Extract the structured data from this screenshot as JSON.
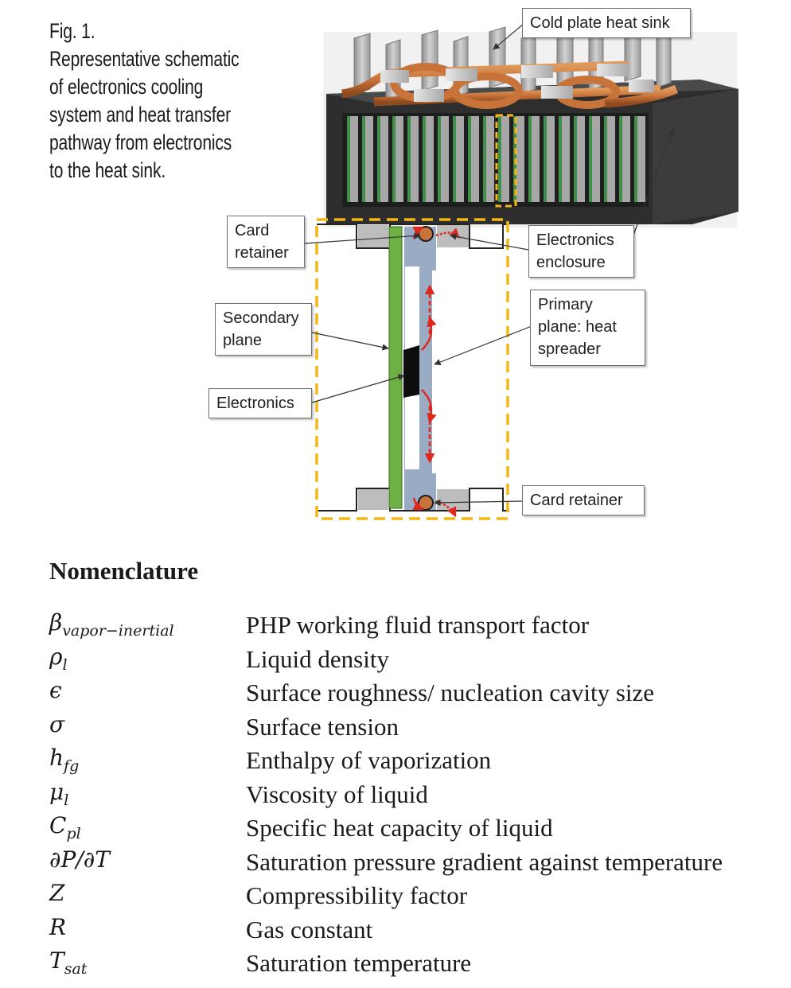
{
  "caption": {
    "line1": "Fig. 1.",
    "line2": "Representative schematic",
    "line3": "of electronics cooling",
    "line4": "system and heat transfer",
    "line5": "pathway from electronics",
    "line6": "to the heat sink."
  },
  "labels": {
    "cold_plate": "Cold plate heat sink",
    "card_retainer_top_1": "Card",
    "card_retainer_top_2": "retainer",
    "enclosure_1": "Electronics",
    "enclosure_2": "enclosure",
    "primary_1": "Primary",
    "primary_2": "plane: heat",
    "primary_3": "spreader",
    "secondary_1": "Secondary",
    "secondary_2": "plane",
    "electronics": "Electronics",
    "card_retainer_bottom": "Card retainer"
  },
  "colors": {
    "pipe": "#c8733a",
    "fin": "#b9b9b9",
    "enclosure": "#3a3a3a",
    "card": "#3f8f4a",
    "secondary_plane": "#6db044",
    "spreader": "#9aabc4",
    "dashed_box": "#f2b619",
    "heat_arrow": "#e0271e"
  },
  "nomenclature": {
    "heading": "Nomenclature",
    "items": [
      {
        "symbol": "β",
        "sub": "vapor−inertial",
        "desc": "PHP working fluid transport factor"
      },
      {
        "symbol": "ρ",
        "sub": "l",
        "desc": "Liquid density"
      },
      {
        "symbol": "ϵ",
        "sub": "",
        "desc": "Surface roughness/ nucleation cavity size"
      },
      {
        "symbol": "σ",
        "sub": "",
        "desc": "Surface tension"
      },
      {
        "symbol": "h",
        "sub": "fg",
        "desc": "Enthalpy of vaporization"
      },
      {
        "symbol": "μ",
        "sub": "l",
        "desc": "Viscosity of liquid"
      },
      {
        "symbol": "C",
        "sub": "pl",
        "desc": "Specific heat capacity of liquid"
      },
      {
        "symbol": "∂P/∂T",
        "sub": "",
        "desc": "Saturation pressure gradient against temperature"
      },
      {
        "symbol": "Z",
        "sub": "",
        "desc": "Compressibility factor"
      },
      {
        "symbol": "R",
        "sub": "",
        "desc": "Gas constant"
      },
      {
        "symbol": "T",
        "sub": "sat",
        "desc": "Saturation temperature"
      }
    ]
  }
}
